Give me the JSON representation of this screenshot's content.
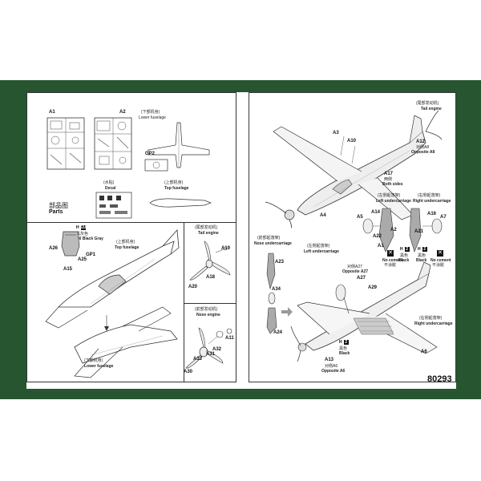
{
  "sprues": {
    "a1": "A1",
    "a2": "A2",
    "gp2": "GP2"
  },
  "lower_fuselage_part": {
    "cn": "(下部机身)",
    "en": "Lower fuselage"
  },
  "top_fuselage_part": {
    "cn": "(上部机身)",
    "en": "Top fuselage"
  },
  "decal": {
    "cn": "(水贴)",
    "en": "Decal"
  },
  "parts_title": {
    "cn": "部品图",
    "en": "Parts"
  },
  "step_left_main": {
    "color_code": "H",
    "color_num": "116",
    "color_cn": "黑灰色",
    "color_en": "RLM66 Black Gray",
    "top_cn": "(上部机身)",
    "top_en": "Top fuselage",
    "lower_cn": "(下部机身)",
    "lower_en": "Lower fuselage",
    "parts": [
      "A26",
      "A25",
      "GP1",
      "A15"
    ]
  },
  "step_tail_engine_small": {
    "cn": "(尾部发动机)",
    "en": "Tail engine",
    "parts": [
      "A19",
      "A18",
      "A20"
    ]
  },
  "step_nose_engine_small": {
    "cn": "(前部发动机)",
    "en": "Nose engine",
    "parts": [
      "A11",
      "A32",
      "A31",
      "A33",
      "A30"
    ]
  },
  "right_top": {
    "tail_cn": "(尾部发动机)",
    "tail_en": "Tail engine",
    "parts": [
      "A3",
      "A10",
      "A17",
      "A12",
      "A4"
    ],
    "a12_cn": "对侧A8",
    "a12_en": "Opposite A8",
    "a17_cn": "两侧",
    "a17_en": "Both sides"
  },
  "right_bottom": {
    "nose_cn": "(前部起落架)",
    "nose_en": "Nose undercarriage",
    "left_cn": "(左侧起落架)",
    "left_en": "Left undercarriage",
    "right_cn": "(右侧起落架)",
    "right_en": "Right undercarriage",
    "right2_cn": "(右侧起落架)",
    "right2_en": "Right undercarriage",
    "left2_cn": "(左侧起落架)",
    "left2_en": "Left undercarriage",
    "parts": [
      "A23",
      "A34",
      "A24",
      "A5",
      "A14",
      "A22",
      "A2",
      "A1",
      "A27",
      "A6",
      "A7",
      "A16",
      "A21",
      "A29",
      "A13",
      "A9"
    ],
    "black_cn": "黑色",
    "black_en": "Black",
    "color_code": "H",
    "color_num": "2",
    "no_cement_en": "No cement",
    "no_cement_cn": "不涂胶",
    "opp_a27_cn": "对侧A27",
    "opp_a27_en": "Opposite A27",
    "opp_a6_cn": "对侧A6",
    "opp_a6_en": "Opposite A6"
  },
  "kit_number": "80293"
}
